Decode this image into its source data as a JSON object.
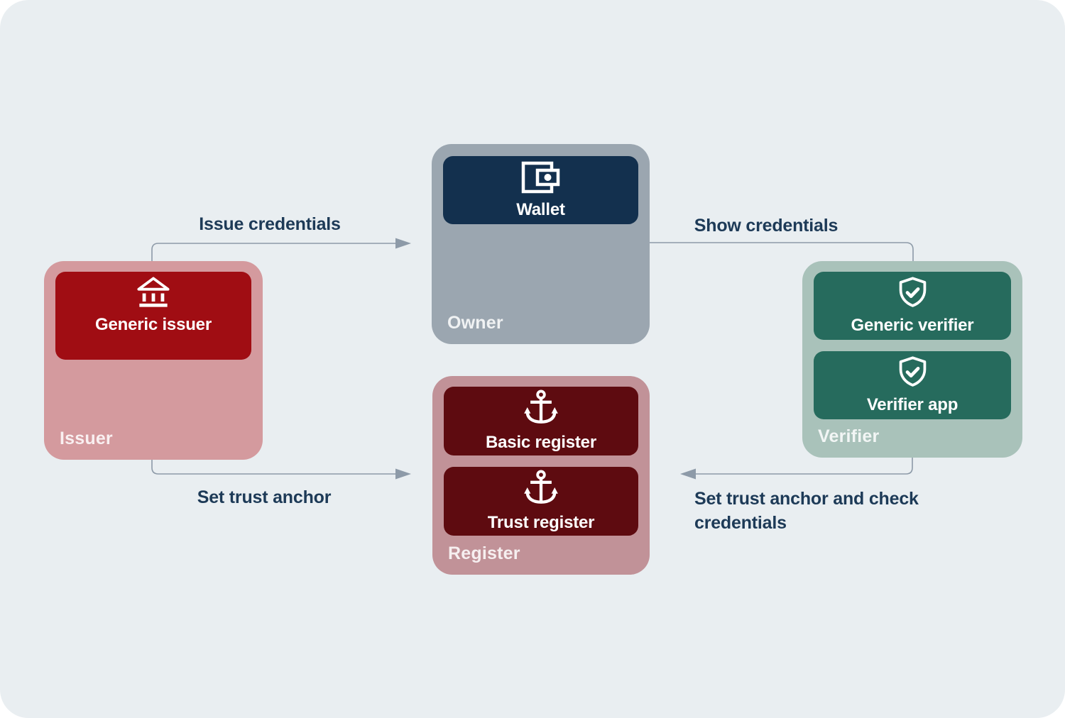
{
  "diagram": {
    "groups": {
      "issuer": {
        "label": "Issuer",
        "nodes": [
          {
            "label": "Generic issuer",
            "icon": "bank-icon"
          }
        ]
      },
      "owner": {
        "label": "Owner",
        "nodes": [
          {
            "label": "Wallet",
            "icon": "wallet-icon"
          }
        ]
      },
      "verifier": {
        "label": "Verifier",
        "nodes": [
          {
            "label": "Generic verifier",
            "icon": "shield-check-icon"
          },
          {
            "label": "Verifier app",
            "icon": "shield-check-icon"
          }
        ]
      },
      "register": {
        "label": "Register",
        "nodes": [
          {
            "label": "Basic register",
            "icon": "anchor-icon"
          },
          {
            "label": "Trust register",
            "icon": "anchor-icon"
          }
        ]
      }
    },
    "arrows": [
      {
        "label": "Issue credentials",
        "from": "issuer",
        "to": "owner"
      },
      {
        "label": "Show credentials",
        "from": "owner",
        "to": "verifier"
      },
      {
        "label": "Set trust anchor",
        "from": "issuer",
        "to": "register"
      },
      {
        "label": "Set trust anchor and check\ncredentials",
        "from": "verifier",
        "to": "register"
      }
    ]
  },
  "colors": {
    "background": "#E9EEF1",
    "arrow_line": "#8D9AA8",
    "arrow_text": "#1D3A57",
    "node_text": "#FFFFFF",
    "issuer_container": "#D49A9E",
    "issuer_node": "#A00D13",
    "owner_container": "#9BA6B0",
    "owner_node": "#13304E",
    "verifier_container": "#A9C2BA",
    "verifier_node": "#266B5D",
    "register_container": "#C19298",
    "register_node": "#5E0B10"
  }
}
